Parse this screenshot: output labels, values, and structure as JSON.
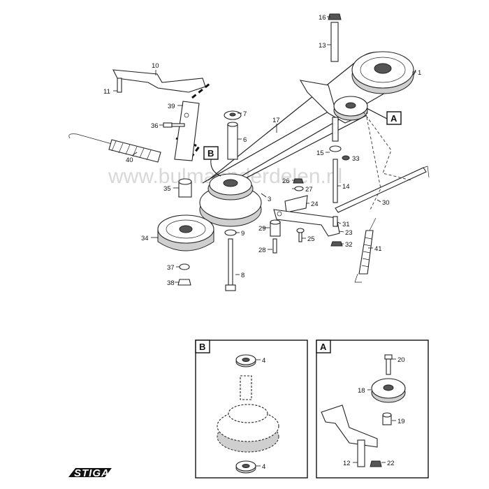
{
  "watermark": "www.bulmaonderdelen.nl",
  "logo": "STIGA",
  "callouts": {
    "main_a": "A",
    "main_b": "B",
    "inset_a": "A",
    "inset_b": "B"
  },
  "main_labels": [
    {
      "id": "16",
      "text": "16"
    },
    {
      "id": "13",
      "text": "13"
    },
    {
      "id": "1",
      "text": "1"
    },
    {
      "id": "10",
      "text": "10"
    },
    {
      "id": "11",
      "text": "11"
    },
    {
      "id": "39",
      "text": "39"
    },
    {
      "id": "7",
      "text": "7"
    },
    {
      "id": "17",
      "text": "17"
    },
    {
      "id": "36",
      "text": "36"
    },
    {
      "id": "6",
      "text": "6"
    },
    {
      "id": "40",
      "text": "40"
    },
    {
      "id": "15",
      "text": "15"
    },
    {
      "id": "33",
      "text": "33"
    },
    {
      "id": "26",
      "text": "26"
    },
    {
      "id": "27",
      "text": "27"
    },
    {
      "id": "14",
      "text": "14"
    },
    {
      "id": "35",
      "text": "35"
    },
    {
      "id": "3",
      "text": "3"
    },
    {
      "id": "24",
      "text": "24"
    },
    {
      "id": "30",
      "text": "30"
    },
    {
      "id": "31",
      "text": "31"
    },
    {
      "id": "29",
      "text": "29"
    },
    {
      "id": "23",
      "text": "23"
    },
    {
      "id": "34",
      "text": "34"
    },
    {
      "id": "9",
      "text": "9"
    },
    {
      "id": "25",
      "text": "25"
    },
    {
      "id": "32",
      "text": "32"
    },
    {
      "id": "28",
      "text": "28"
    },
    {
      "id": "41",
      "text": "41"
    },
    {
      "id": "37",
      "text": "37"
    },
    {
      "id": "8",
      "text": "8"
    },
    {
      "id": "38",
      "text": "38"
    }
  ],
  "inset_b_labels": [
    {
      "id": "4a",
      "text": "4"
    },
    {
      "id": "4b",
      "text": "4"
    }
  ],
  "inset_a_labels": [
    {
      "id": "20",
      "text": "20"
    },
    {
      "id": "18",
      "text": "18"
    },
    {
      "id": "19",
      "text": "19"
    },
    {
      "id": "12",
      "text": "12"
    },
    {
      "id": "22",
      "text": "22"
    }
  ]
}
